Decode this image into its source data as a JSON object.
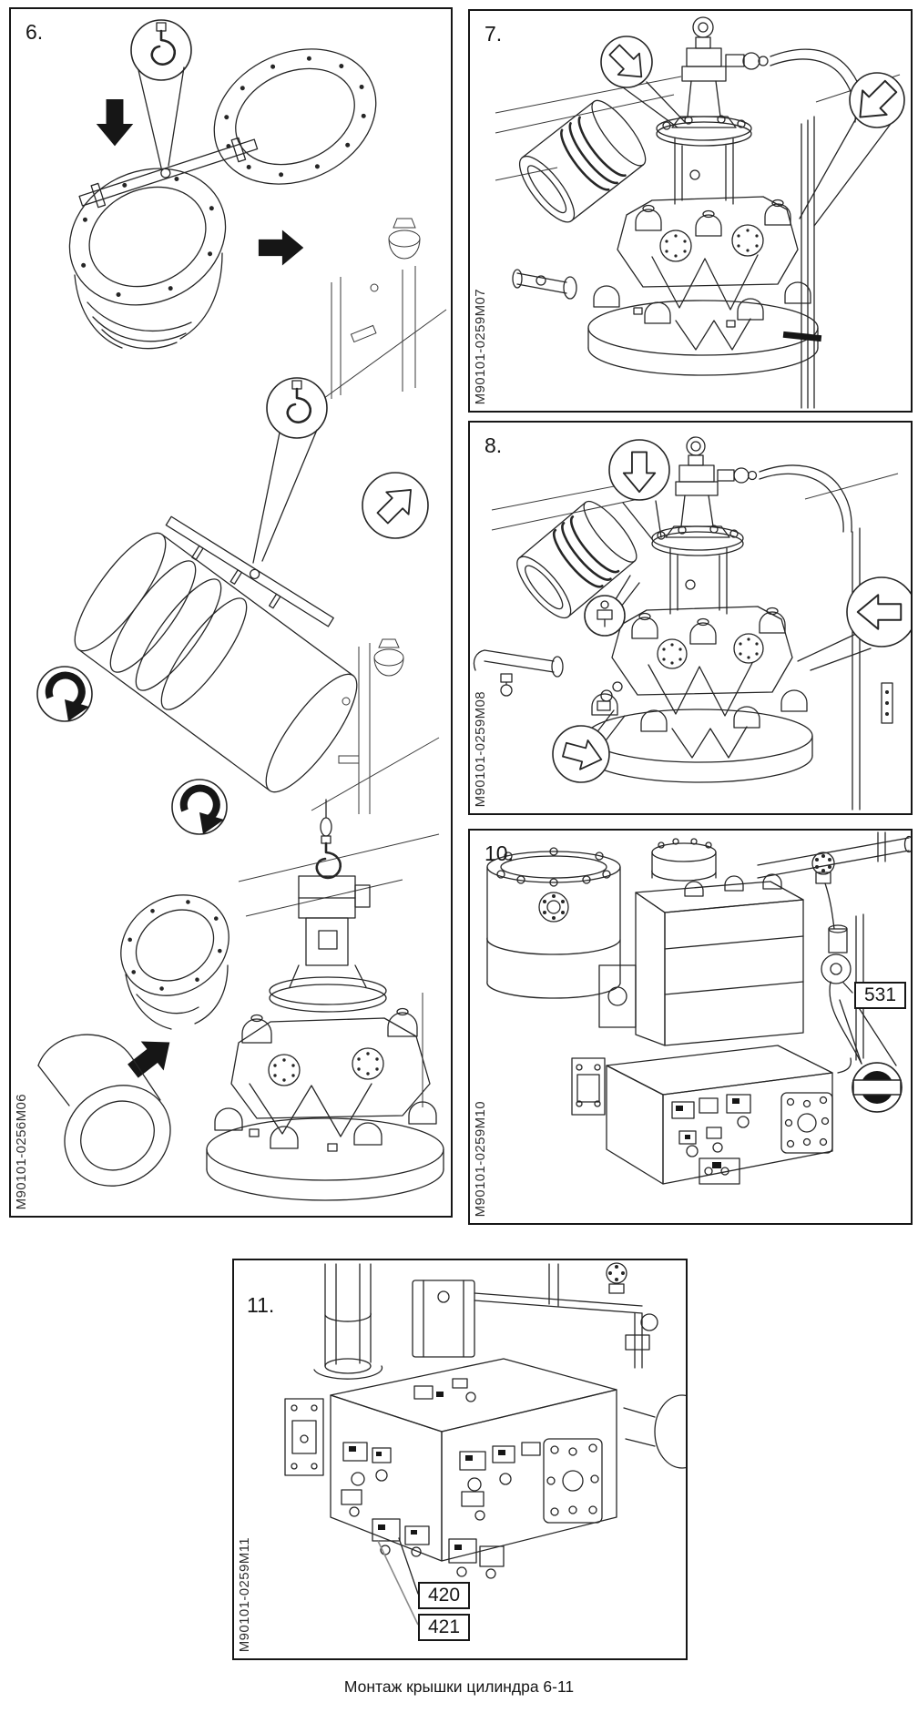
{
  "caption": "Монтаж крышки цилиндра 6-11",
  "panels": [
    {
      "step": "6.",
      "code": "M90101-0256M06"
    },
    {
      "step": "7.",
      "code": "M90101-0259M07"
    },
    {
      "step": "8.",
      "code": "M90101-0259M08"
    },
    {
      "step": "10.",
      "code": "M90101-0259M10",
      "callouts": [
        "531"
      ]
    },
    {
      "step": "11.",
      "code": "M90101-0259M11",
      "callouts": [
        "420",
        "421"
      ]
    }
  ]
}
